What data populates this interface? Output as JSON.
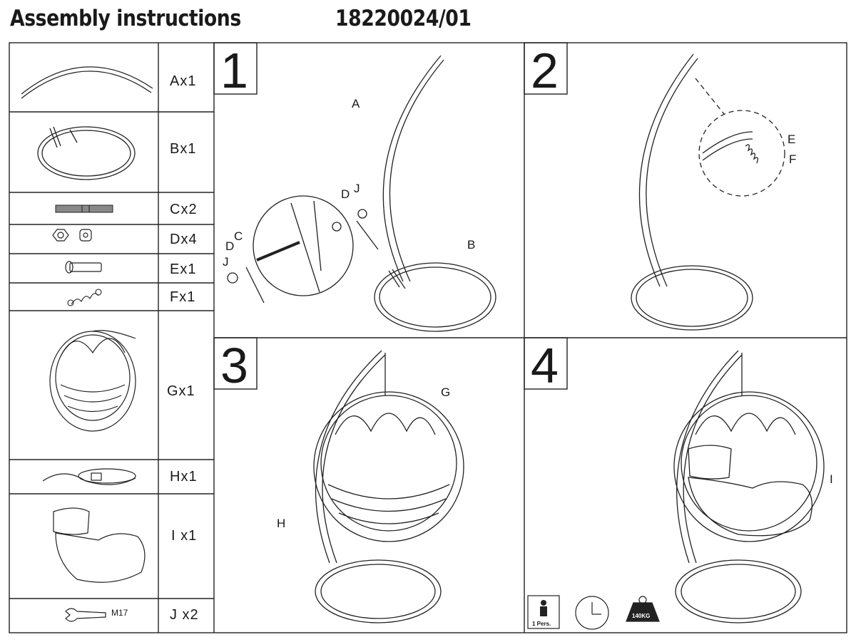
{
  "header": {
    "title": "Assembly instructions",
    "code": "18220024/01"
  },
  "parts": [
    {
      "label": "Ax1"
    },
    {
      "label": "Bx1"
    },
    {
      "label": "Cx2"
    },
    {
      "label": "Dx4"
    },
    {
      "label": "Ex1"
    },
    {
      "label": "Fx1"
    },
    {
      "label": "Gx1"
    },
    {
      "label": "Hx1"
    },
    {
      "label": "I x1"
    },
    {
      "label": "J x2"
    }
  ],
  "wrench_size": "M17",
  "steps": [
    {
      "number": "1",
      "callouts": [
        "A",
        "B",
        "C",
        "D",
        "D",
        "J",
        "J"
      ]
    },
    {
      "number": "2",
      "callouts": [
        "E",
        "F"
      ]
    },
    {
      "number": "3",
      "callouts": [
        "G",
        "H"
      ]
    },
    {
      "number": "4",
      "callouts": [
        "I"
      ]
    }
  ],
  "badges": {
    "persons": "1 Pers.",
    "weight": "140KG"
  }
}
